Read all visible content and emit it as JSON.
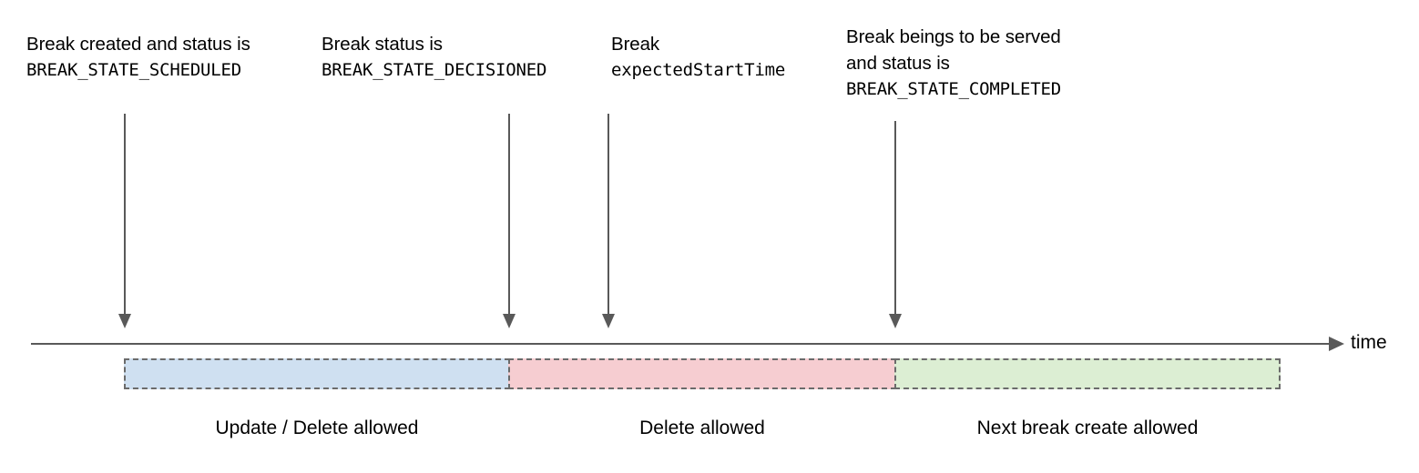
{
  "diagram": {
    "axis": {
      "label": "time",
      "arrow_icon": "arrow-right-icon"
    },
    "line_color": "#595959",
    "border_color": "#6b6b6b",
    "events": [
      {
        "id": "scheduled",
        "prose": "Break created and status is",
        "code": "BREAK_STATE_SCHEDULED",
        "pointer_icon": "arrow-down-icon"
      },
      {
        "id": "decisioned",
        "prose": "Break status is",
        "code": "BREAK_STATE_DECISIONED",
        "pointer_icon": "arrow-down-icon"
      },
      {
        "id": "expected-start",
        "prose": "Break",
        "code": "expectedStartTime",
        "pointer_icon": "arrow-down-icon"
      },
      {
        "id": "completed",
        "prose_line1": "Break beings to be served",
        "prose_line2": "and status is",
        "code": "BREAK_STATE_COMPLETED",
        "pointer_icon": "arrow-down-icon"
      }
    ],
    "phases": [
      {
        "id": "scheduled-phase",
        "caption": "Update / Delete allowed",
        "color": "#cfe0f1"
      },
      {
        "id": "decisioned-phase",
        "caption": "Delete allowed",
        "color": "#f6cdd1"
      },
      {
        "id": "completed-phase",
        "caption": "Next break create allowed",
        "color": "#dceed3"
      }
    ]
  }
}
